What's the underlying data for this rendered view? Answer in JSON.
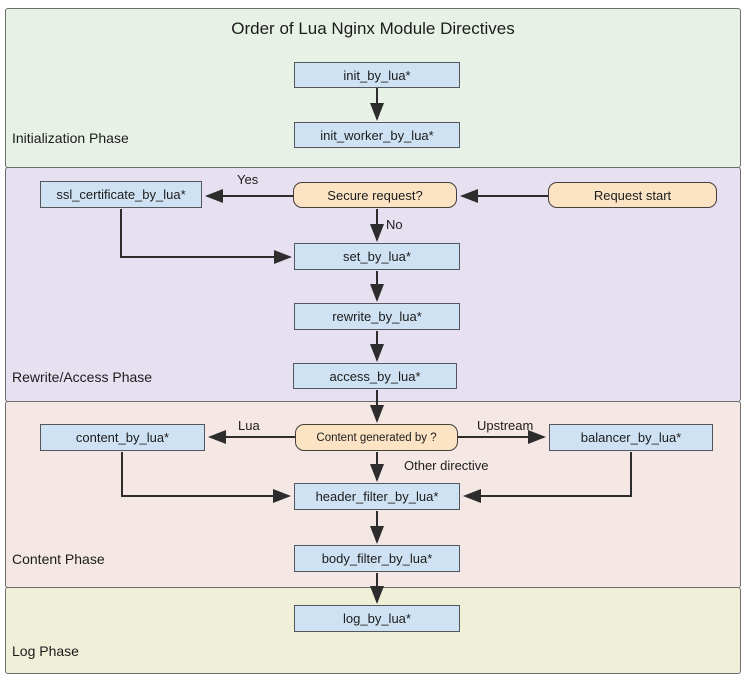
{
  "title": "Order of Lua Nginx Module Directives",
  "phases": [
    {
      "id": "initialization",
      "label": "Initialization Phase"
    },
    {
      "id": "rewrite_access",
      "label": "Rewrite/Access Phase"
    },
    {
      "id": "content",
      "label": "Content Phase"
    },
    {
      "id": "log",
      "label": "Log Phase"
    }
  ],
  "nodes": {
    "init": "init_by_lua*",
    "init_worker": "init_worker_by_lua*",
    "ssl_certificate": "ssl_certificate_by_lua*",
    "secure_request": "Secure request?",
    "request_start": "Request start",
    "set": "set_by_lua*",
    "rewrite": "rewrite_by_lua*",
    "access": "access_by_lua*",
    "content": "content_by_lua*",
    "content_generated": "Content generated by ?",
    "balancer": "balancer_by_lua*",
    "header_filter": "header_filter_by_lua*",
    "body_filter": "body_filter_by_lua*",
    "log": "log_by_lua*"
  },
  "edge_labels": {
    "yes": "Yes",
    "no": "No",
    "lua": "Lua",
    "upstream": "Upstream",
    "other_directive": "Other directive"
  },
  "colors": {
    "process_fill": "#cfe2f3",
    "process_border": "#51575d",
    "decision_fill": "#fbe3c4",
    "decision_border": "#433f3a",
    "phase_initialization_bg": "#e7f1e5",
    "phase_rewrite_access_bg": "#e7e0f0",
    "phase_content_bg": "#f4e7e4",
    "phase_log_bg": "#f0efd8",
    "section_border": "#6e6e6e",
    "arrow": "#2d2d2d",
    "text": "#1c1c1c",
    "page_bg": "#ffffff"
  }
}
